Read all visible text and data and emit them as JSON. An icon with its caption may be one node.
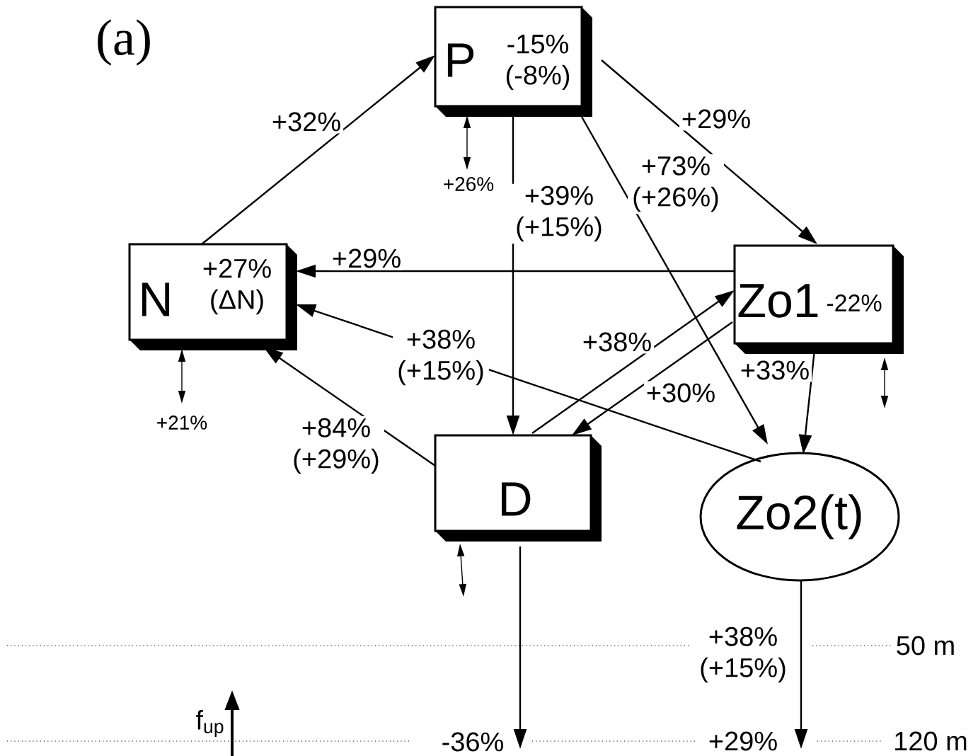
{
  "diagram": {
    "nodes": [
      {
        "text": [
          "P",
          "-15% (-8%)"
        ]
      },
      {
        "text": [
          "N",
          "+27% (ΔN)"
        ]
      },
      {
        "text": [
          "Zo1",
          "-22%"
        ]
      },
      {
        "text": [
          "D"
        ]
      },
      {
        "text": [
          "Zo2(t)"
        ]
      }
    ],
    "edges": [
      {
        "from": 1,
        "to": 0,
        "arrow": "to",
        "label": "+32%"
      },
      {
        "from": 0,
        "to": 2,
        "arrow": "to",
        "label": "+29%"
      },
      {
        "from": 0,
        "to": 3,
        "arrow": "to",
        "label": "+39% (+15%)"
      },
      {
        "from": 0,
        "to": 4,
        "arrow": "to",
        "label": "+73% (+26%)"
      },
      {
        "from": 2,
        "to": 1,
        "arrow": "to",
        "label": "+29%"
      },
      {
        "from": 4,
        "to": 1,
        "arrow": "to",
        "label": "+38% (+15%)"
      },
      {
        "from": 3,
        "to": 1,
        "arrow": "to",
        "label": "+84% (+29%)"
      },
      {
        "from": 3,
        "to": 2,
        "arrow": "to",
        "label": "+38%"
      },
      {
        "from": 2,
        "to": 3,
        "arrow": "to",
        "label": "+30%"
      },
      {
        "from": 2,
        "to": 4,
        "arrow": "to",
        "label": "+33%"
      },
      {
        "from": 3,
        "to": null,
        "arrow": "to",
        "label": "-36%"
      },
      {
        "from": 4,
        "to": null,
        "arrow": "to",
        "label": "+38% (+15%)"
      }
    ],
    "labels": [
      "(a)",
      "+26%",
      "+21%",
      "50 m",
      "+29%",
      "f$_{up}$",
      "120 m"
    ]
  }
}
